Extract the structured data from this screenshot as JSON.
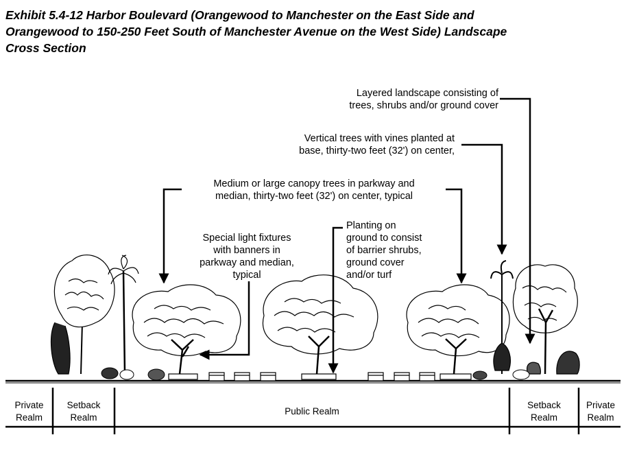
{
  "title": {
    "line1": "Exhibit 5.4-12 Harbor Boulevard (Orangewood to Manchester on the East Side and",
    "line2": "Orangewood to 150-250 Feet South of Manchester Avenue on the West Side) Landscape",
    "line3": "Cross Section"
  },
  "callouts": {
    "layered": {
      "line1": "Layered landscape consisting of",
      "line2": "trees, shrubs and/or ground cover"
    },
    "vertical": {
      "line1": "Vertical trees with vines planted at",
      "line2": "base, thirty-two feet (32') on center,"
    },
    "canopy": {
      "line1": "Medium or large canopy trees in parkway and",
      "line2": "median, thirty-two feet (32') on center, typical"
    },
    "light": {
      "line1": "Special light fixtures",
      "line2": "with banners in",
      "line3": "parkway and median,",
      "line4": "typical"
    },
    "planting": {
      "line1": "Planting on",
      "line2": "ground to consist",
      "line3": "of barrier shrubs,",
      "line4": "ground cover",
      "line5": "and/or turf"
    }
  },
  "realms": {
    "private_left": {
      "line1": "Private",
      "line2": "Realm"
    },
    "setback_left": {
      "line1": "Setback",
      "line2": "Realm"
    },
    "public": {
      "line1": "Public Realm"
    },
    "setback_right": {
      "line1": "Setback",
      "line2": "Realm"
    },
    "private_right": {
      "line1": "Private",
      "line2": "Realm"
    }
  }
}
